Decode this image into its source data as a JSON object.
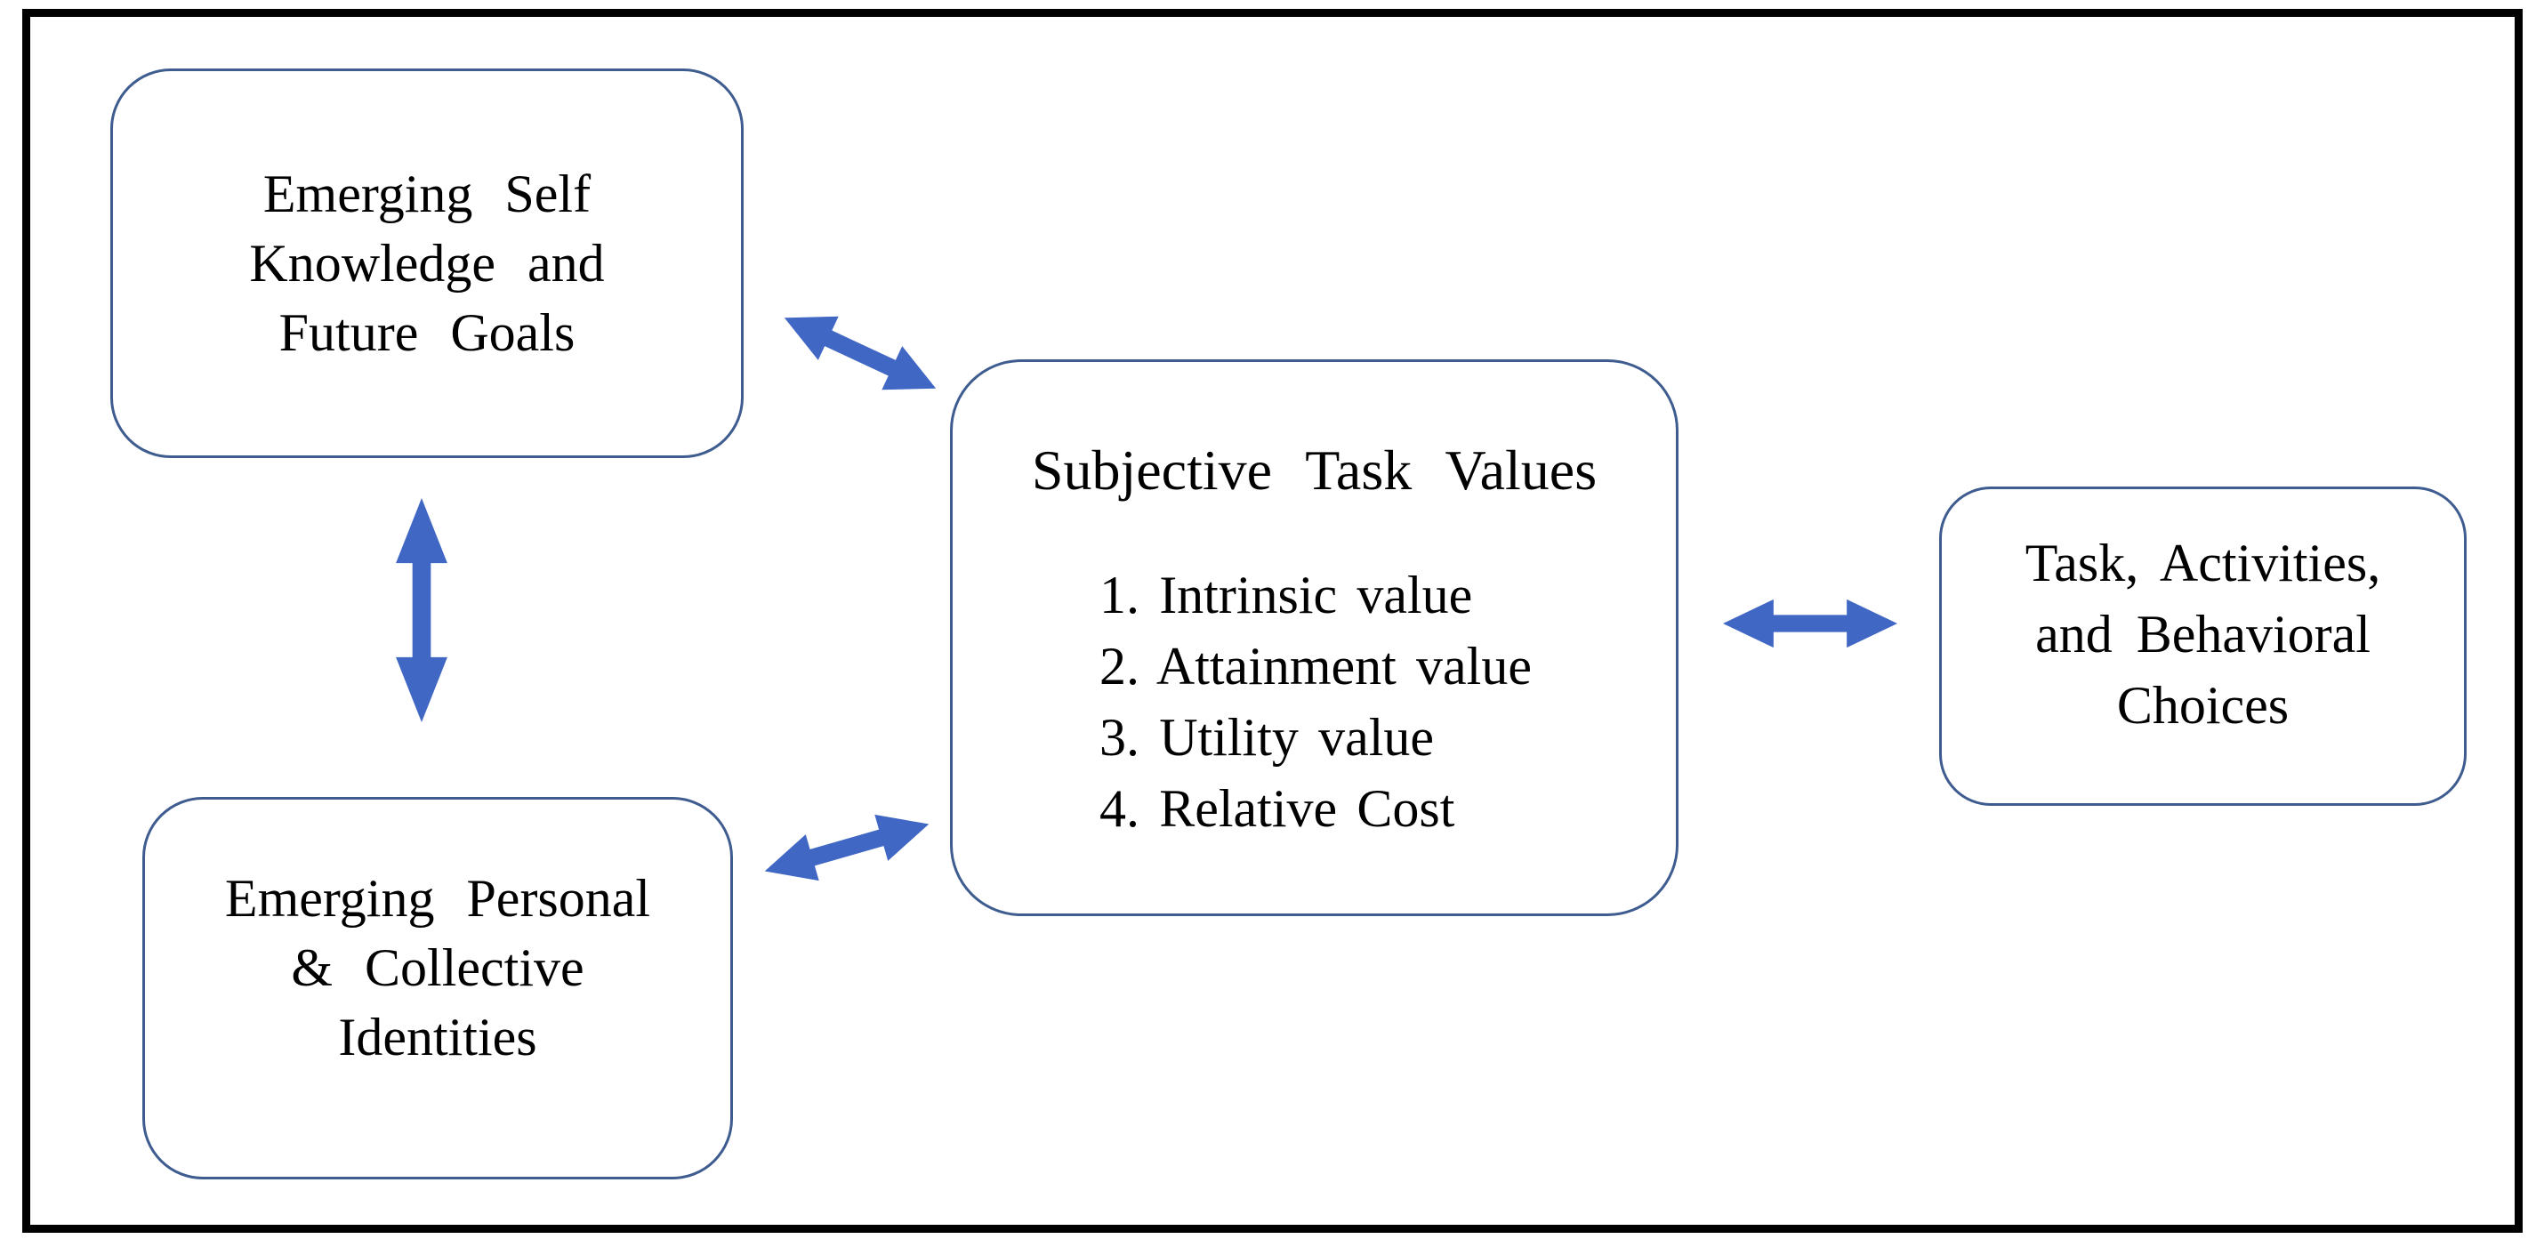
{
  "figure": {
    "type": "flow-diagram",
    "background_color": "#ffffff",
    "frame_color": "#000000",
    "box_border_color": "#3e5c8f",
    "arrow_color": "#4167c5",
    "text_color": "#000000"
  },
  "boxes": {
    "emerging_self": {
      "lines": [
        "Emerging Self",
        "Knowledge and",
        "Future Goals"
      ]
    },
    "emerging_identities": {
      "lines": [
        "Emerging Personal",
        "& Collective",
        "Identities"
      ]
    },
    "subjective_task_values": {
      "title": "Subjective Task Values",
      "items": [
        "1. Intrinsic value",
        "2. Attainment value",
        "3. Utility value",
        "4. Relative Cost"
      ]
    },
    "task_choices": {
      "lines": [
        "Task, Activities,",
        "and Behavioral",
        "Choices"
      ]
    }
  },
  "arrows": {
    "self_to_identities": "bidirectional-vertical",
    "self_to_stv": "bidirectional-diagonal",
    "identities_to_stv": "bidirectional-diagonal",
    "stv_to_choices": "bidirectional-horizontal"
  }
}
